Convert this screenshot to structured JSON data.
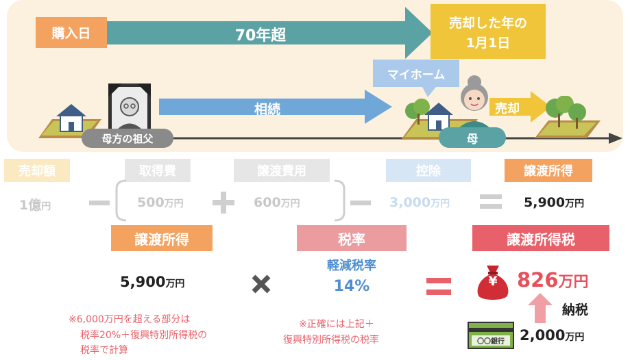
{
  "timeline": {
    "purchase_date": "購入日",
    "span": "70年超",
    "sale_year_line1": "売却した年の",
    "sale_year_line2": "1月1日",
    "my_home": "マイホーム",
    "inheritance": "相続",
    "sale": "売却",
    "grandfather": "母方の祖父",
    "mother": "母"
  },
  "formula1": {
    "sale_amount_label": "売却額",
    "acquisition_cost_label": "取得費",
    "transfer_cost_label": "譲渡費用",
    "deduction_label": "控除",
    "transfer_income_label": "譲渡所得",
    "sale_amount": "1億",
    "sale_amount_unit": "円",
    "acquisition_cost": "500",
    "acquisition_cost_unit": "万円",
    "transfer_cost": "600",
    "transfer_cost_unit": "万円",
    "deduction": "3,000",
    "deduction_unit": "万円",
    "transfer_income": "5,900",
    "transfer_income_unit": "万円"
  },
  "formula2": {
    "transfer_income_label": "譲渡所得",
    "tax_rate_label": "税率",
    "transfer_tax_label": "譲渡所得税",
    "transfer_income": "5,900",
    "transfer_income_unit": "万円",
    "reduced_rate_label": "軽減税率",
    "reduced_rate": "14%",
    "tax": "826",
    "tax_unit": "万円",
    "tax_payment": "納税",
    "bank_label": "〇〇銀行",
    "bank_amount": "2,000",
    "bank_amount_unit": "万円",
    "yen_mark": "¥"
  },
  "notes": {
    "note1_line1": "※6,000万円を超える部分は",
    "note1_line2": "税率20%＋復興特別所得税の",
    "note1_line3": "税率で計算",
    "note2_line1": "※正確には上記＋",
    "note2_line2": "復興特別所得税の税率"
  },
  "colors": {
    "orange": "#f3a260",
    "blue": "#6fa7d8",
    "yellow": "#f0c53a",
    "pink": "#e8606a",
    "green": "#7fb24a",
    "gray": "#bfbfbf"
  }
}
